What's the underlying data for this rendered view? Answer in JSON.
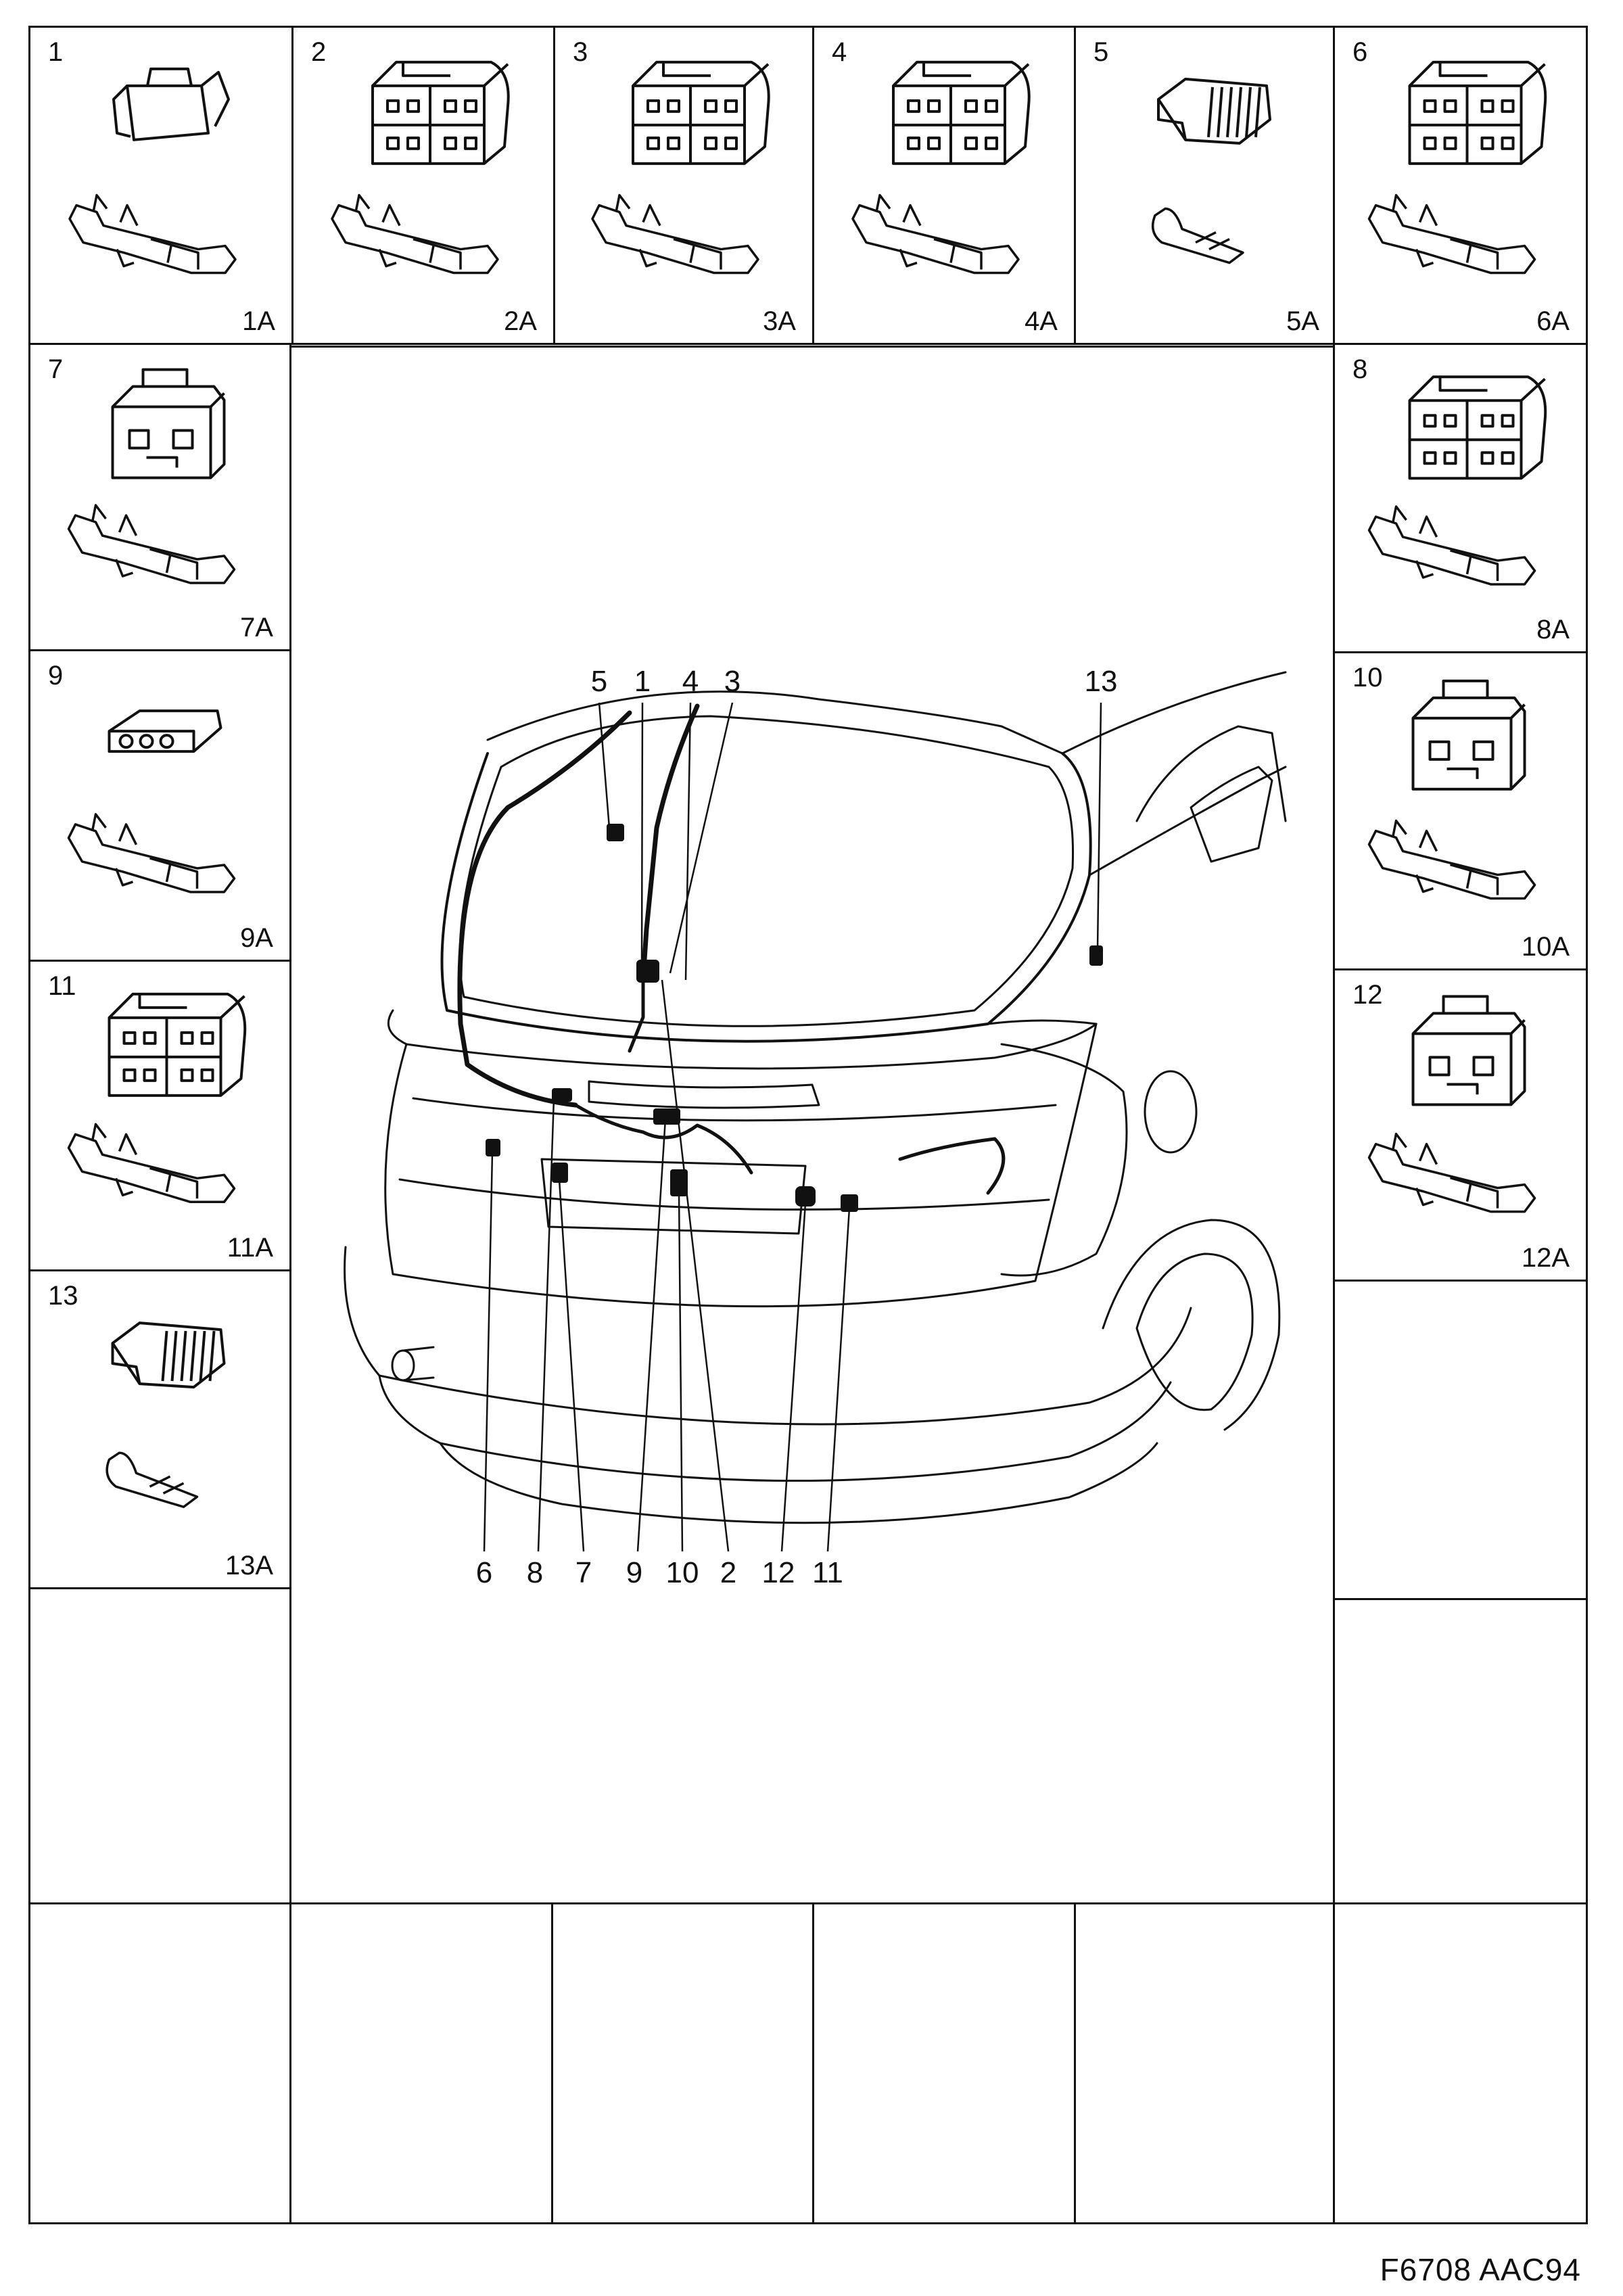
{
  "cells": [
    {
      "id": "c1",
      "num": "1",
      "pin": "1A",
      "kind": "clip"
    },
    {
      "id": "c2",
      "num": "2",
      "pin": "2A",
      "kind": "quad"
    },
    {
      "id": "c3",
      "num": "3",
      "pin": "3A",
      "kind": "quad"
    },
    {
      "id": "c4",
      "num": "4",
      "pin": "4A",
      "kind": "quad"
    },
    {
      "id": "c5",
      "num": "5",
      "pin": "5A",
      "kind": "ribbed"
    },
    {
      "id": "c6",
      "num": "6",
      "pin": "6A",
      "kind": "quad"
    },
    {
      "id": "c7",
      "num": "7",
      "pin": "7A",
      "kind": "dual"
    },
    {
      "id": "c8",
      "num": "8",
      "pin": "8A",
      "kind": "quad"
    },
    {
      "id": "c9",
      "num": "9",
      "pin": "9A",
      "kind": "triple"
    },
    {
      "id": "c10",
      "num": "10",
      "pin": "10A",
      "kind": "dual"
    },
    {
      "id": "c11",
      "num": "11",
      "pin": "11A",
      "kind": "quad"
    },
    {
      "id": "c12",
      "num": "12",
      "pin": "12A",
      "kind": "dual"
    },
    {
      "id": "c13",
      "num": "13",
      "pin": "13A",
      "kind": "ribbed"
    }
  ],
  "callouts_top": [
    "5",
    "1",
    "4",
    "3",
    "13"
  ],
  "callouts_bottom": [
    "6",
    "8",
    "7",
    "9",
    "10",
    "2",
    "12",
    "11"
  ],
  "sheet_code": "F6708 AAC94"
}
